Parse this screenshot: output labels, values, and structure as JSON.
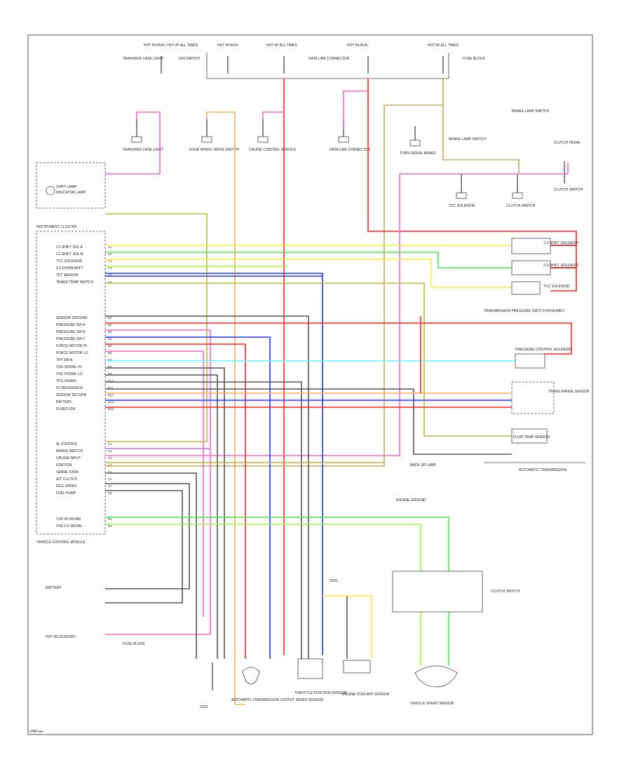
{
  "diagram": {
    "footer_code": "1H6Fxxx",
    "frame_color": "#555555",
    "top_fuses": [
      {
        "text": "HOT IN RUN / HOT AT ALL TIMES"
      },
      {
        "text": "HOT IN RUN"
      },
      {
        "text": "HOT AT ALL TIMES"
      },
      {
        "text": "HOT IN RUN"
      },
      {
        "text": "HOT AT ALL TIMES"
      }
    ],
    "top_components": [
      {
        "text": "TRANSFER CASE LIGHT"
      },
      {
        "text": "FOUR WHEEL DRIVE SWITCH"
      },
      {
        "text": "CRUISE CONTROL MODULE"
      },
      {
        "text": "DATA LINK CONNECTOR"
      },
      {
        "text": "TURN SIGNAL BRAKE"
      },
      {
        "text": "BRAKE LAMP SWITCH"
      },
      {
        "text": "CLUTCH PEDAL"
      }
    ],
    "cluster": {
      "title": "INSTRUMENT CLUSTER",
      "lamp": "SHIFT LAMP",
      "gnd_note": "INDICATOR LAMP"
    },
    "pcm_pins": {
      "group_a": [
        "C1 SHIFT SOL A",
        "C2 SHIFT SOL B",
        "TCC SOLENOID",
        "3-2 DOWNSHIFT",
        "TFT SENSOR",
        "TRANS TEMP SWITCH"
      ],
      "group_b": [
        "SENSOR GROUND",
        "PRESSURE SW A",
        "PRESSURE SW B",
        "PRESSURE SW C",
        "FORCE MOTOR HI",
        "FORCE MOTOR LO",
        "TFP SW A",
        "VSS SIGNAL HI",
        "VSS SIGNAL LO",
        "TPS SIGNAL",
        "5V REFERENCE",
        "SENSOR RETURN",
        "BATTERY",
        "FUSED IGN"
      ],
      "group_c": [
        "4L CONTROL",
        "BRAKE SWITCH",
        "CRUISE INPUT",
        "IGNITION",
        "SERIAL DATA",
        "A/C CLUTCH",
        "IDLE SPEED",
        "FUEL PUMP"
      ],
      "group_d": [
        "VSS HI SIGNAL",
        "VSS LO SIGNAL"
      ],
      "pin_ids": [
        "A1",
        "A2",
        "A3",
        "A4",
        "A5",
        "A6",
        "B1",
        "B2",
        "B3",
        "B4",
        "B5",
        "B6",
        "B7",
        "B8",
        "B9",
        "B10",
        "B11",
        "B12",
        "B13",
        "B14",
        "C1",
        "C2",
        "C3",
        "C4",
        "C5",
        "C6",
        "C7",
        "C8",
        "D1",
        "D2"
      ]
    },
    "right_labels": {
      "solenoid_a": "1-2 SHIFT SOLENOID",
      "solenoid_b": "2-3 SHIFT SOLENOID",
      "tcc": "TCC SOLENOID",
      "pressure_switch": "TRANSMISSION PRESSURE SWITCH ASSEMBLY",
      "force_motor": "PRESSURE CONTROL SOLENOID",
      "range_sensor": "TRANS RANGE SENSOR",
      "temp_sensor": "FLUID TEMP SENSOR",
      "trans_label": "AUTOMATIC TRANSMISSION"
    },
    "bottom_labels": {
      "vehicle_control": "VEHICLE CONTROL MODULE",
      "ground_pt": "ENGINE GROUND",
      "bulb": "BACK UP LAMP",
      "vss_left": "AUTOMATIC TRANSMISSION OUTPUT SPEED SENSOR",
      "tps": "THROTTLE POSITION SENSOR",
      "trans_sensor": "ENGINE COOLANT SENSOR",
      "vss_right": "VEHICLE SPEED SENSOR",
      "clutch": "CLUTCH SWITCH",
      "hot_note": "HOT ACCESSORY",
      "splice_a": "S201",
      "splice_b": "S202",
      "battery": "BATTERY",
      "fuse_box": "FUSE BLOCK",
      "ign_switch": "IGN SWITCH"
    },
    "wire_colors": {
      "pink": "#ff66cc",
      "red": "#ff2222",
      "orange": "#ffaa55",
      "yellow": "#ffee33",
      "green": "#44ee44",
      "lime": "#99ff33",
      "blue": "#2233ff",
      "lightblue": "#8899ff",
      "cyan": "#55ffff",
      "tan": "#ccaa55",
      "olive": "#bbbb33",
      "gray": "#555555",
      "violet": "#cc66ff",
      "darkred": "#cc0000"
    }
  }
}
